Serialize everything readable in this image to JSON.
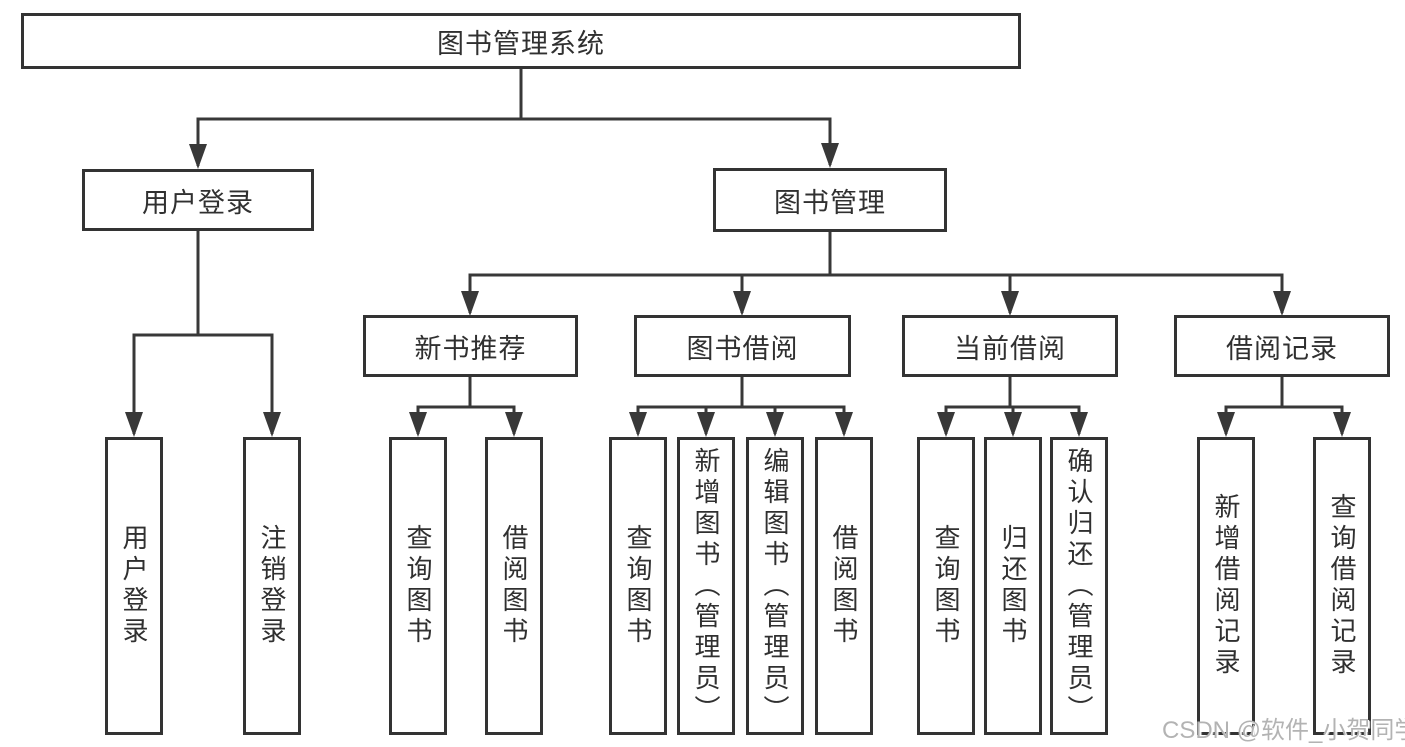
{
  "nodes": {
    "root": "图书管理系统",
    "user_login": "用户登录",
    "book_mgmt": "图书管理",
    "new_books": "新书推荐",
    "book_borrow": "图书借阅",
    "current_borrow": "当前借阅",
    "borrow_records": "借阅记录",
    "leaves": {
      "user_login": "用户登录",
      "logout": "注销登录",
      "nb_query": "查询图书",
      "nb_borrow": "借阅图书",
      "bb_query": "查询图书",
      "bb_add": "新增图书（管理员）",
      "bb_edit": "编辑图书（管理员）",
      "bb_borrow": "借阅图书",
      "cb_query": "查询图书",
      "cb_return": "归还图书",
      "cb_confirm": "确认归还（管理员）",
      "br_add": "新增借阅记录",
      "br_query": "查询借阅记录"
    }
  },
  "watermark": {
    "text": "CSDN @软件_小贺同学"
  },
  "colors": {
    "line": "#383838",
    "box_border": "#333333",
    "text": "#303030",
    "background": "#ffffff",
    "watermark": "#b3b3b3"
  }
}
